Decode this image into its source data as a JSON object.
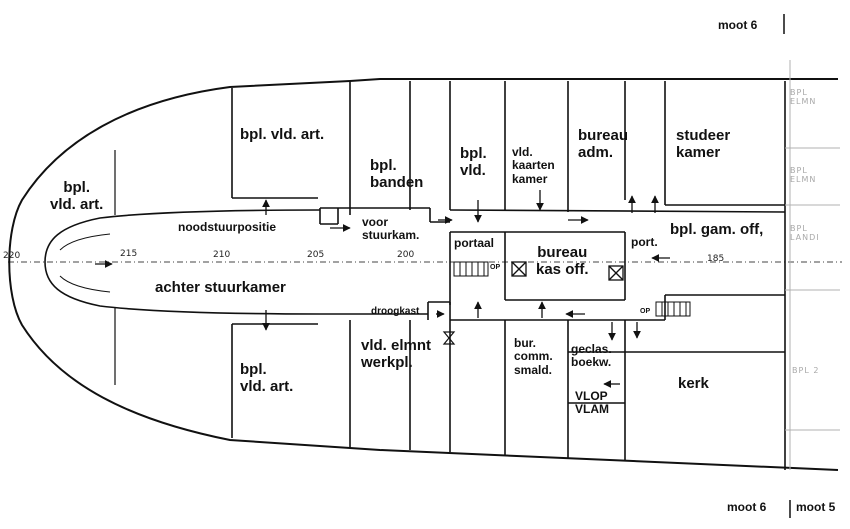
{
  "header": {
    "section_label": "moot 6"
  },
  "footer": {
    "left": "moot 6",
    "right": "moot 5"
  },
  "rooms": {
    "bpl_vld_art_bow": "bpl.\nvld. art.",
    "noodstuur": "noodstuurpositie",
    "achter": "achter stuurkamer",
    "bpl_vld_art_top": "bpl. vld. art.",
    "bpl_vld_art_bot": "bpl.\nvld. art.",
    "bpl_banden": "bpl.\nbanden",
    "voor_stuurkam": "voor\nstuurkam.",
    "droogkast": "droogkast",
    "vld_elmnt": "vld. elmnt\nwerkpl.",
    "bpl_vld": "bpl.\nvld.",
    "portaal": "portaal",
    "vld_kaarten": "vld.\nkaarten\nkamer",
    "bureau_kas": "bureau\nkas off.",
    "bur_comm": "bur.\ncomm.\nsmald.",
    "bureau_adm": "bureau\nadm.",
    "geclas": "geclas.\nboekw.",
    "vlop": "VLOP\nVLAM",
    "studeer": "studeer\nkamer",
    "port": "port.",
    "bpl_gam": "bpl. gam. off,",
    "kerk": "kerk",
    "op1": "OP",
    "op2": "OP"
  },
  "frames": {
    "f220": "220",
    "f215": "215",
    "f210": "210",
    "f205": "205",
    "f200": "200",
    "f185": "185"
  },
  "adjacent_faint": {
    "a": "BPL\nELMN",
    "b": "BPL\nELMN",
    "c": "BPL\nLANDI",
    "d": "BPL 2"
  }
}
